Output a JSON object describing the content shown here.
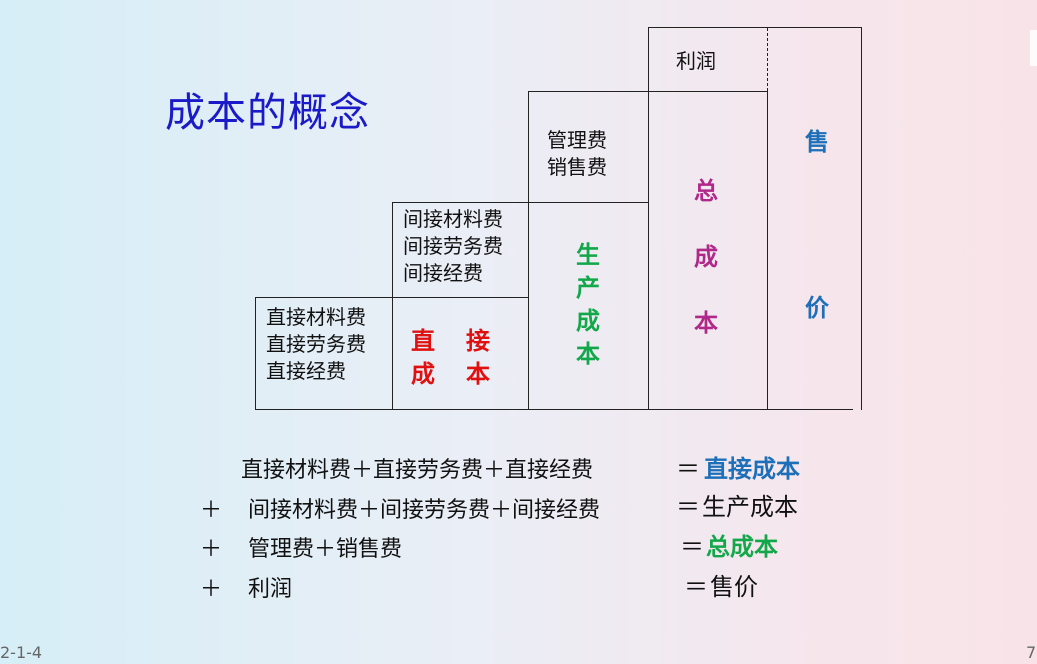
{
  "title": "成本的概念",
  "diagram": {
    "direct_items": [
      "直接材料费",
      "直接劳务费",
      "直接经费"
    ],
    "direct_cost_chars": [
      "直",
      "接",
      "成",
      "本"
    ],
    "indirect_items": [
      "间接材料费",
      "间接劳务费",
      "间接经费"
    ],
    "production_cost_chars": [
      "生",
      "产",
      "成",
      "本"
    ],
    "admin_items": [
      "管理费",
      "销售费"
    ],
    "total_cost_chars": [
      "总",
      "成",
      "本"
    ],
    "profit": "利润",
    "price_chars": [
      "售",
      "价"
    ]
  },
  "equations": [
    {
      "prefix": "",
      "expr": "直接材料费＋直接劳务费＋直接经费",
      "result": "＝直接成本",
      "eq": "＝",
      "res": "直接成本"
    },
    {
      "prefix": "＋",
      "expr": "间接材料费＋间接劳务费＋间接经费",
      "eq": "＝",
      "res": "生产成本"
    },
    {
      "prefix": "＋",
      "expr": "管理费＋销售费",
      "eq": "＝",
      "res": "总成本"
    },
    {
      "prefix": "＋",
      "expr": "利润",
      "eq": "＝",
      "res": "售价"
    }
  ],
  "colors": {
    "title": "#1a1ac8",
    "direct_cost": "#e01010",
    "production_cost": "#12a84a",
    "total_cost": "#b0288a",
    "price": "#1c6fb8"
  },
  "footer": {
    "left": "2-1-4",
    "right": "7"
  }
}
